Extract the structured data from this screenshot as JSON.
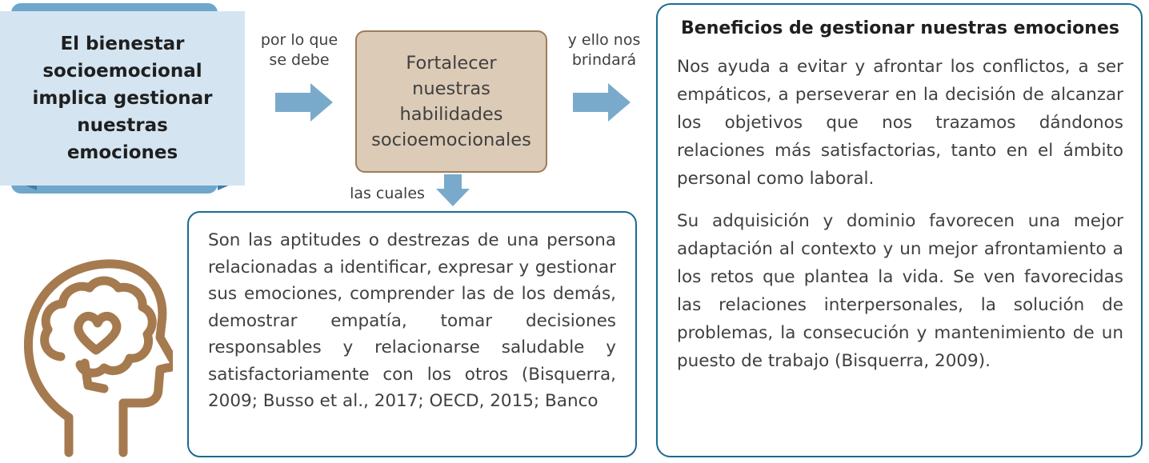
{
  "main_box": {
    "text": "El bienestar socioemocional implica gestionar nuestras emociones"
  },
  "connectors": {
    "por_lo_que": [
      "por lo que",
      "se debe"
    ],
    "y_ello": [
      "y ello nos",
      "brindará"
    ],
    "las_cuales": "las cuales"
  },
  "center_box": {
    "lines": [
      "Fortalecer",
      "nuestras",
      "habilidades",
      "socioemocionales"
    ]
  },
  "definition_box": {
    "text": "Son las aptitudes o destrezas de una persona relacionadas a identificar, expresar y gestionar sus emociones, comprender las de los demás, demostrar empatía, tomar decisiones responsables y relacionarse saludable y satisfactoriamente con los otros (Bisquerra, 2009; Busso et al., 2017; OECD, 2015; Banco"
  },
  "benefits_box": {
    "title": "Beneficios de gestionar nuestras emociones",
    "paragraph_1": "Nos ayuda a evitar y afrontar los conflictos, a ser empáticos, a perseverar en la decisión de alcanzar los objetivos que nos trazamos dándonos relaciones más satisfactorias, tanto en el ámbito personal como laboral.",
    "paragraph_2": "Su adquisición y dominio favorecen una mejor adaptación al contexto y un mejor afrontamiento a los retos que plantea la vida. Se ven favorecidas las relaciones interpersonales, la solución de problemas, la consecución y mantenimiento de un puesto de trabajo (Bisquerra, 2009)."
  },
  "icons": {
    "head_heart": "head-with-brain-heart-icon"
  },
  "colors": {
    "main_fill": "#d4e5f1",
    "scroll_blue": "#6fa6cc",
    "center_fill": "#dccbb6",
    "center_border": "#9c7d5a",
    "box_border": "#1b6a91",
    "arrow": "#7aaacb",
    "icon_brown": "#a57a4e"
  }
}
